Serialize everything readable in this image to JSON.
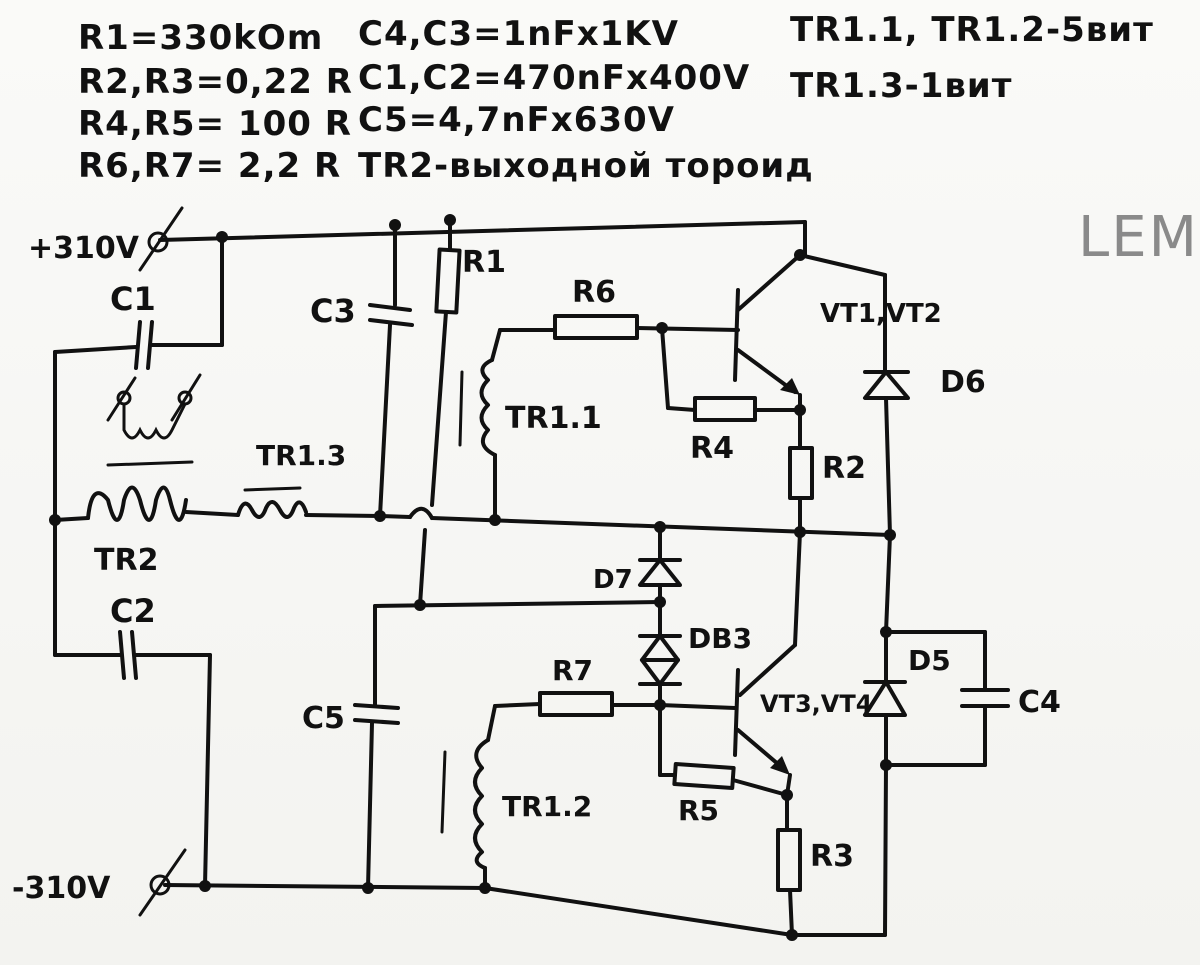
{
  "notes": {
    "col1": [
      "R1=330kOm",
      "R2,R3=0,22 R",
      "R4,R5= 100 R",
      "R6,R7= 2,2 R"
    ],
    "col2": [
      "C4,C3=1nFx1KV",
      "C1,C2=470nFx400V",
      "C5=4,7nFx630V",
      "TR2-выходной тороид"
    ],
    "col3": [
      "TR1.1, TR1.2-5вит",
      "TR1.3-1вит"
    ]
  },
  "signature": "LEM",
  "terminals": {
    "pos": "+310V",
    "neg": "-310V"
  },
  "labels": {
    "C1": "C1",
    "C2": "C2",
    "C3": "C3",
    "C4": "C4",
    "C5": "C5",
    "R1": "R1",
    "R2": "R2",
    "R3": "R3",
    "R4": "R4",
    "R5": "R5",
    "R6": "R6",
    "R7": "R7",
    "TR2": "TR2",
    "TR13": "TR1.3",
    "TR11": "TR1.1",
    "TR12": "TR1.2",
    "VT12": "VT1,VT2",
    "VT34": "VT3,VT4",
    "D6": "D6",
    "D5": "D5",
    "D7": "D7",
    "DB3": "DB3"
  }
}
